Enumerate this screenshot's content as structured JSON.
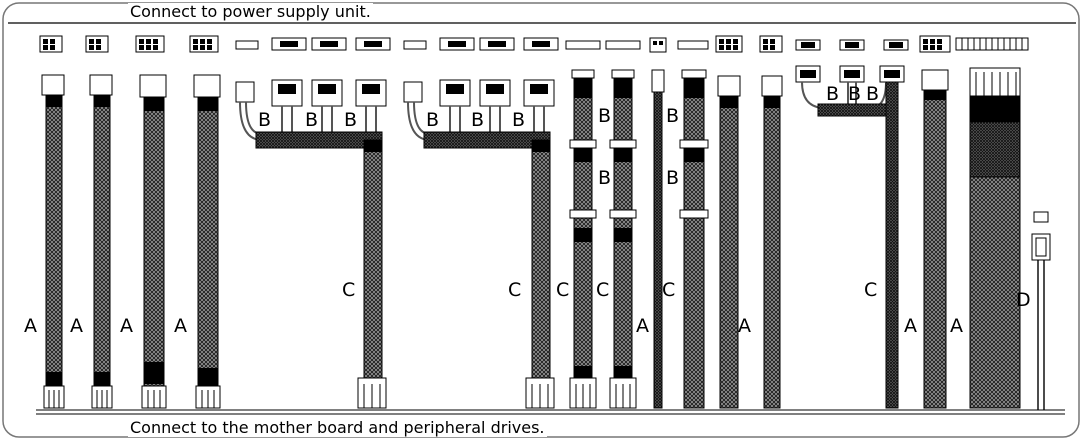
{
  "captions": {
    "top": "Connect to power supply unit.",
    "bottom": "Connect to the mother board and peripheral drives."
  },
  "labels": {
    "A": "A",
    "B": "B",
    "C": "C",
    "D": "D"
  },
  "colors": {
    "line": "#000000",
    "sleeve_dark": "#3a3a3a",
    "sleeve_light": "#8a8a8a",
    "background": "#ffffff"
  }
}
